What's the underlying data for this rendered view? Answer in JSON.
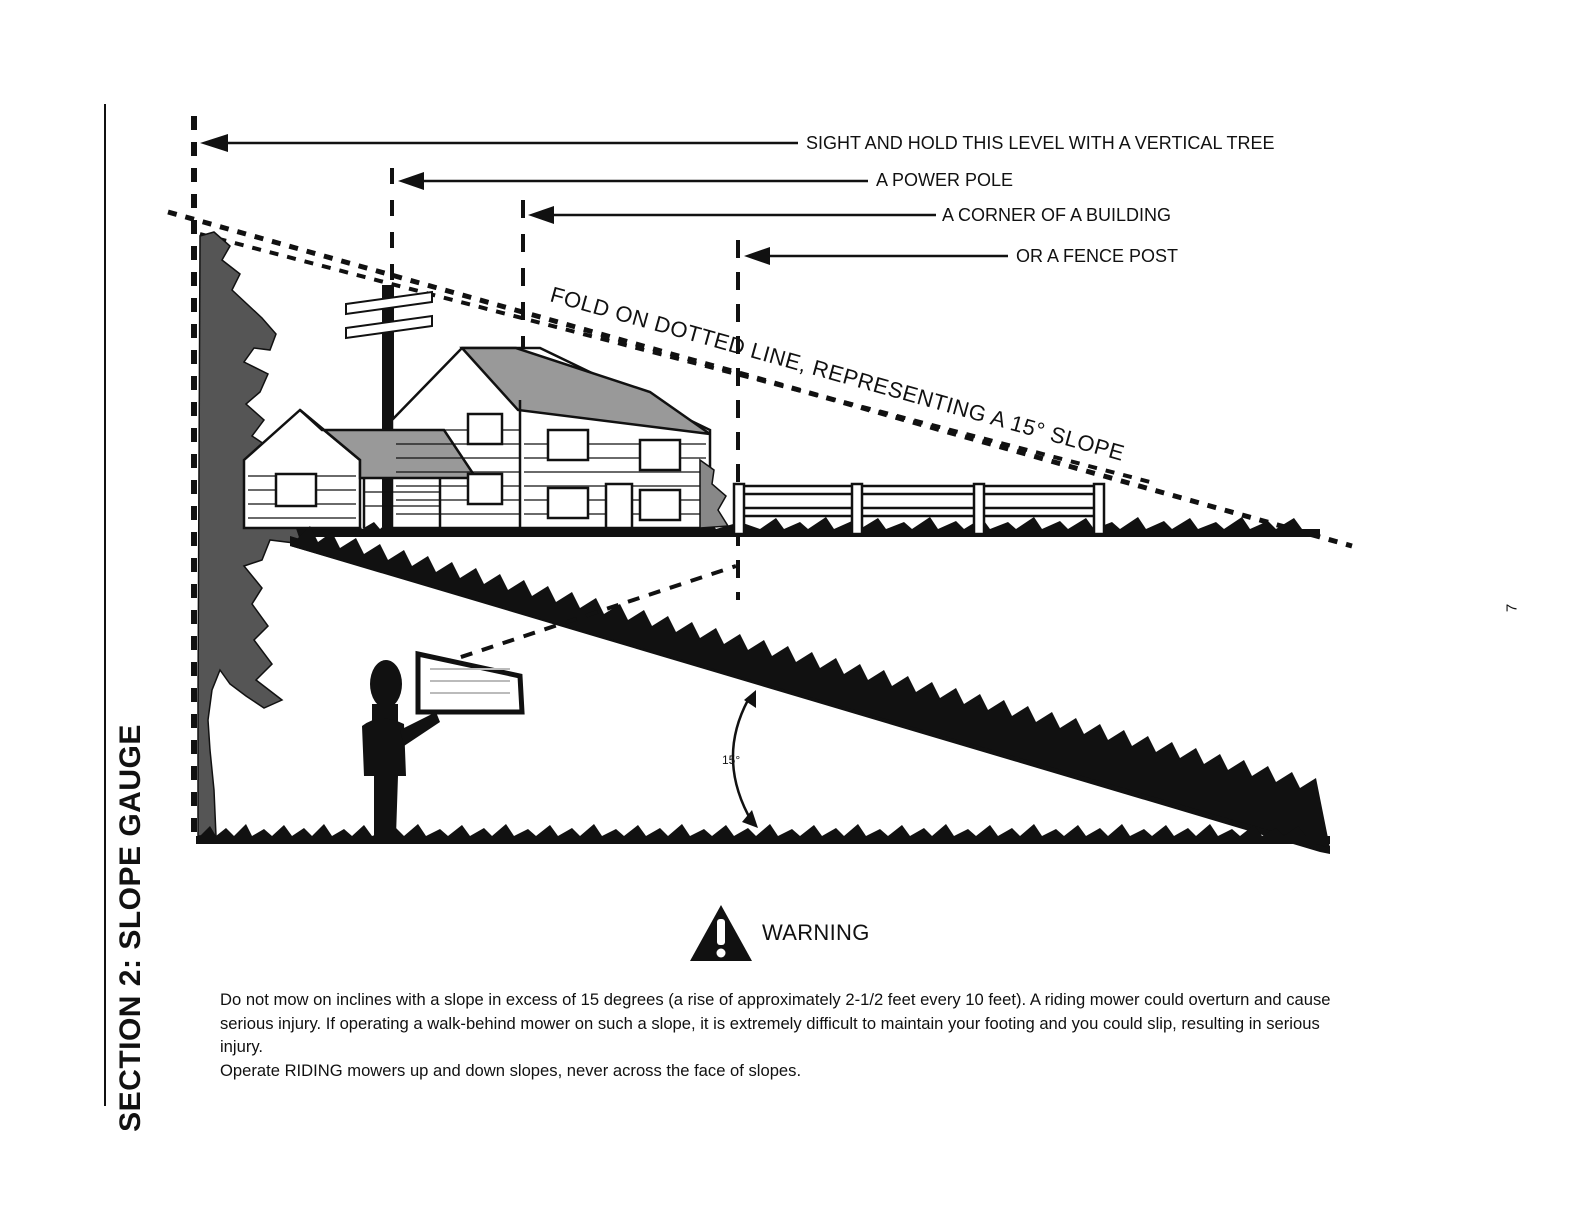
{
  "section_title": "SECTION 2:  SLOPE GAUGE",
  "page_number": "7",
  "labels": {
    "tree": "SIGHT AND HOLD THIS LEVEL WITH A VERTICAL TREE",
    "pole": "A POWER POLE",
    "building": "A CORNER OF A BUILDING",
    "fence": "OR A FENCE POST",
    "fold": "FOLD ON DOTTED LINE, REPRESENTING A 15° SLOPE",
    "angle": "15°"
  },
  "warning": {
    "title": "WARNING",
    "paragraph1": "Do not mow on inclines with a slope in excess of 15 degrees (a rise of approximately 2-1/2 feet every 10 feet).  A riding mower could overturn and cause serious injury.  If operating a walk-behind mower on such a slope, it is extremely difficult to maintain your footing and you could slip, resulting in serious injury.",
    "paragraph2": "Operate RIDING mowers up and down slopes, never across the face of slopes."
  }
}
